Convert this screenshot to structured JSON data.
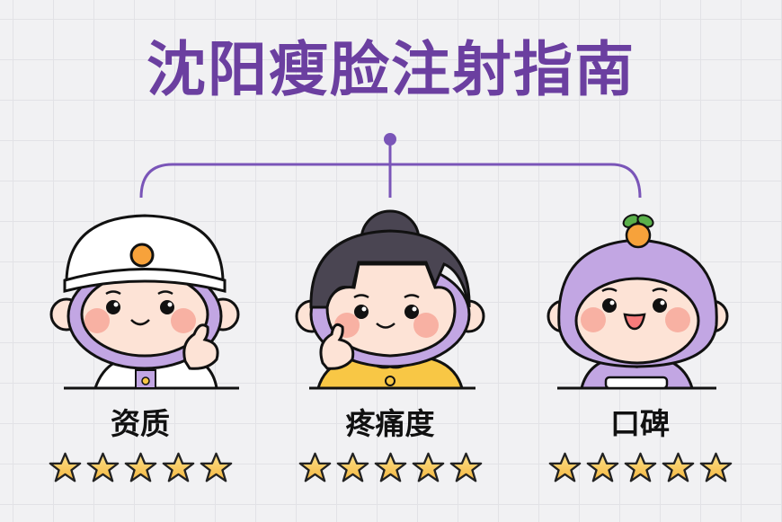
{
  "title": "沈阳瘦脸注射指南",
  "colors": {
    "accent": "#6b3fa0",
    "connector": "#7a55b8",
    "star_fill": "#f9c74f",
    "hood_purple": "#c2a6e3",
    "skin": "#fde3d6",
    "cheek": "#f7a89a",
    "orange": "#f7a23b",
    "yellow_shirt": "#f8c745",
    "hair": "#4a4552"
  },
  "cards": [
    {
      "label": "资质",
      "character": "nurse-cap-character",
      "rating": 5,
      "max_rating": 5
    },
    {
      "label": "疼痛度",
      "character": "bun-hair-character",
      "rating": 5,
      "max_rating": 5
    },
    {
      "label": "口碑",
      "character": "fruit-hood-character",
      "rating": 5,
      "max_rating": 5
    }
  ]
}
